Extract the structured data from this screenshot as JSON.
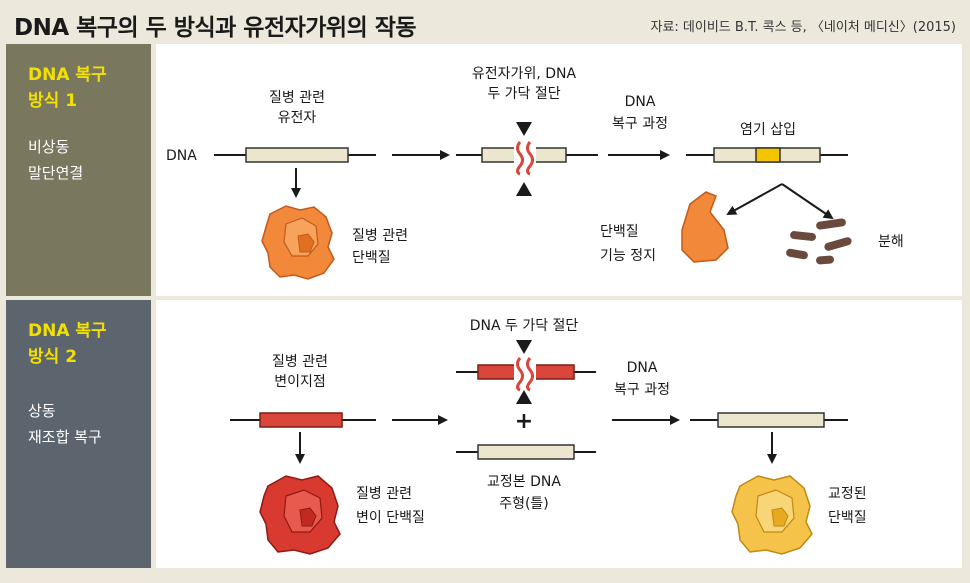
{
  "title": "DNA 복구의 두 방식과 유전자가위의 작동",
  "source": "자료: 데이비드 B.T. 콕스 등, 〈네이처 메디신〉(2015)",
  "method1": {
    "heading_line1": "DNA 복구",
    "heading_line2": "방식 1",
    "sub_line1": "비상동",
    "sub_line2": "말단연결",
    "dna_label": "DNA",
    "gene_line1": "질병 관련",
    "gene_line2": "유전자",
    "cut_line1": "유전자가위, DNA",
    "cut_line2": "두 가닥 절단",
    "repair_line1": "DNA",
    "repair_line2": "복구 과정",
    "insert_label": "염기 삽입",
    "protein_line1": "질병 관련",
    "protein_line2": "단백질",
    "stop_line1": "단백질",
    "stop_line2": "기능 정지",
    "degrade_label": "분해"
  },
  "method2": {
    "heading_line1": "DNA 복구",
    "heading_line2": "방식 2",
    "sub_line1": "상동",
    "sub_line2": "재조합 복구",
    "mut_line1": "질병 관련",
    "mut_line2": "변이지점",
    "cut_label": "DNA 두 가닥 절단",
    "plus": "+",
    "template_line1": "교정본 DNA",
    "template_line2": "주형(틀)",
    "repair_line1": "DNA",
    "repair_line2": "복구 과정",
    "mutprot_line1": "질병 관련",
    "mutprot_line2": "변이 단백질",
    "fixed_line1": "교정된",
    "fixed_line2": "단백질"
  },
  "colors": {
    "gene_box": "#ece6cf",
    "insert": "#f4c400",
    "mutation": "#d9473a",
    "protein_orange": "#f2883a",
    "protein_red": "#d93a30",
    "protein_yellow": "#f5c24a",
    "fragment": "#6b4a3e",
    "panel1_left": "#7a775f",
    "panel2_left": "#5c646d",
    "heading_yellow": "#f2e000"
  }
}
